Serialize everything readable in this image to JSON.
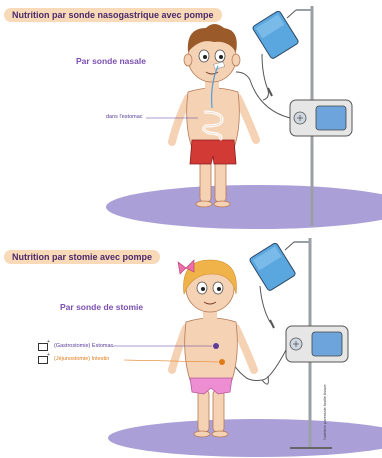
{
  "panel_top": {
    "title": "Nutrition par sonde nasogastrique avec pompe",
    "subtitle": "Par sonde nasale",
    "label_stomach": "dans l'estomac"
  },
  "panel_bottom": {
    "title": "Nutrition par stomie avec pompe",
    "subtitle": "Par sonde de stomie",
    "label_gastro": "(Gastrostomie) Estomac",
    "label_jejuno": "(Jéjunostomie) Intestin",
    "credit": "Nutrition parentale fusille tissue"
  },
  "colors": {
    "banner_bg": "#f8d9b8",
    "title_text": "#4a2a6a",
    "subtitle_text": "#7b4fb0",
    "ground": "#9b8ed0",
    "bag": "#5aa6de",
    "pump": "#6ea4dc",
    "skin": "#f6d2b5",
    "boy_hair": "#9a5a2a",
    "girl_hair": "#f0b34a",
    "shorts": "#d23a36",
    "underwear": "#ee8ed2",
    "orange": "#e07b1a"
  }
}
